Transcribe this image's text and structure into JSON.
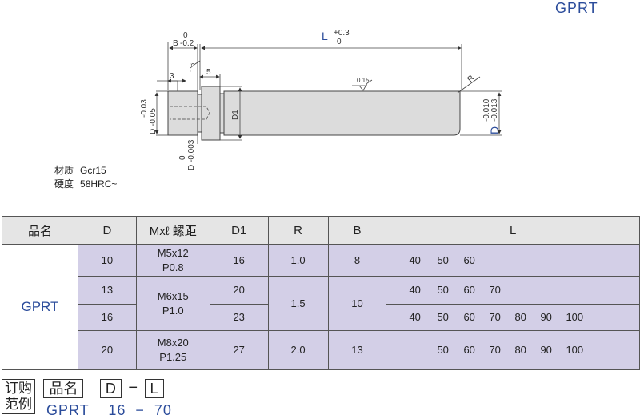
{
  "title": "GPRT",
  "drawing": {
    "L_label": "L",
    "L_tol_upper": "+0.3",
    "L_tol_lower": "0",
    "B_label": "B",
    "B_tol_upper": "0",
    "B_tol_lower": "-0.2",
    "dim_3": "3",
    "dim_5": "5",
    "rough_1": "1.6",
    "rough_2": "0.15",
    "R_label": "R",
    "D1_label": "D1",
    "D_left_label": "D",
    "D_left_tol_upper": "-0.03",
    "D_left_tol_lower": "-0.05",
    "D_bottom_label": "D",
    "D_bottom_tol_upper": "0",
    "D_bottom_tol_lower": "-0.003",
    "D_right_label": "D",
    "D_right_tol_upper": "-0.010",
    "D_right_tol_lower": "-0.013"
  },
  "material": {
    "label": "材质",
    "value": "Gcr15"
  },
  "hardness": {
    "label": "硬度",
    "value": "58HRC~"
  },
  "table": {
    "headers": [
      "品名",
      "D",
      "Mxℓ 螺距",
      "D1",
      "R",
      "B",
      "L"
    ],
    "name": "GPRT",
    "rows": [
      {
        "D": "10",
        "M": "M5x12",
        "P": "P0.8",
        "D1": "16",
        "R": "1.0",
        "B": "8",
        "L": [
          "40",
          "50",
          "60",
          "",
          "",
          "",
          ""
        ]
      },
      {
        "D": "13",
        "M": "M6x15",
        "P": "P1.0",
        "D1": "20",
        "R": "1.5",
        "B": "10",
        "L": [
          "40",
          "50",
          "60",
          "70",
          "",
          "",
          ""
        ]
      },
      {
        "D": "16",
        "D1": "23",
        "L": [
          "40",
          "50",
          "60",
          "70",
          "80",
          "90",
          "100"
        ]
      },
      {
        "D": "20",
        "M": "M8x20",
        "P": "P1.25",
        "D1": "27",
        "R": "2.0",
        "B": "13",
        "L": [
          "",
          "50",
          "60",
          "70",
          "80",
          "90",
          "100"
        ]
      }
    ]
  },
  "order": {
    "label_1": "订购",
    "label_2": "范例",
    "box_name": "品名",
    "box_D": "D",
    "dash": "−",
    "box_L": "L",
    "example": "GPRT  16 − 70"
  }
}
